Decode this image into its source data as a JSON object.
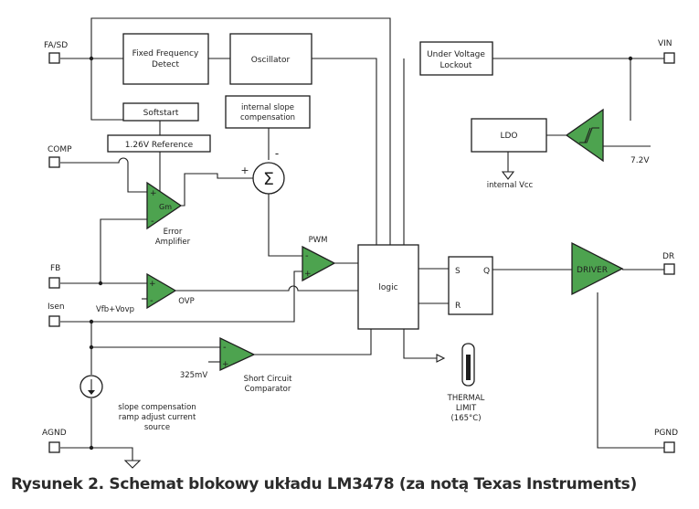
{
  "pins": {
    "fa_sd": "FA/SD",
    "comp": "COMP",
    "fb": "FB",
    "isen": "Isen",
    "agnd": "AGND",
    "vin": "VIN",
    "dr": "DR",
    "pgnd": "PGND"
  },
  "blocks": {
    "fixed_freq_line1": "Fixed Frequency",
    "fixed_freq_line2": "Detect",
    "oscillator": "Oscillator",
    "softstart": "Softstart",
    "reference": "1.26V Reference",
    "slope_comp_line1": "internal slope",
    "slope_comp_line2": "compensation",
    "uvlo_line1": "Under Voltage",
    "uvlo_line2": "Lockout",
    "ldo": "LDO",
    "logic": "logic",
    "driver": "DRIVER",
    "thermal_line1": "THERMAL",
    "thermal_line2": "LIMIT",
    "thermal_line3": "(165°C)"
  },
  "amplifiers": {
    "gm": "Gm",
    "error_line1": "Error",
    "error_line2": "Amplifier",
    "pwm": "PWM",
    "ovp": "OVP",
    "short_line1": "Short Circuit",
    "short_line2": "Comparator"
  },
  "labels": {
    "sum_symbol": "Σ",
    "plus": "+",
    "minus": "-",
    "vfb_vovp": "Vfb+Vovp",
    "mv325": "325mV",
    "v72": "7.2V",
    "internal_vcc": "internal Vcc",
    "ramp_line1": "slope compensation",
    "ramp_line2": "ramp adjust current",
    "ramp_line3": "source",
    "ff_s": "S",
    "ff_r": "R",
    "ff_q": "Q"
  },
  "caption": "Rysunek 2. Schemat blokowy układu LM3478 (za notą Texas Instruments)",
  "colors": {
    "triangle_fill": "#4da34f",
    "line": "#1e1e1e"
  }
}
